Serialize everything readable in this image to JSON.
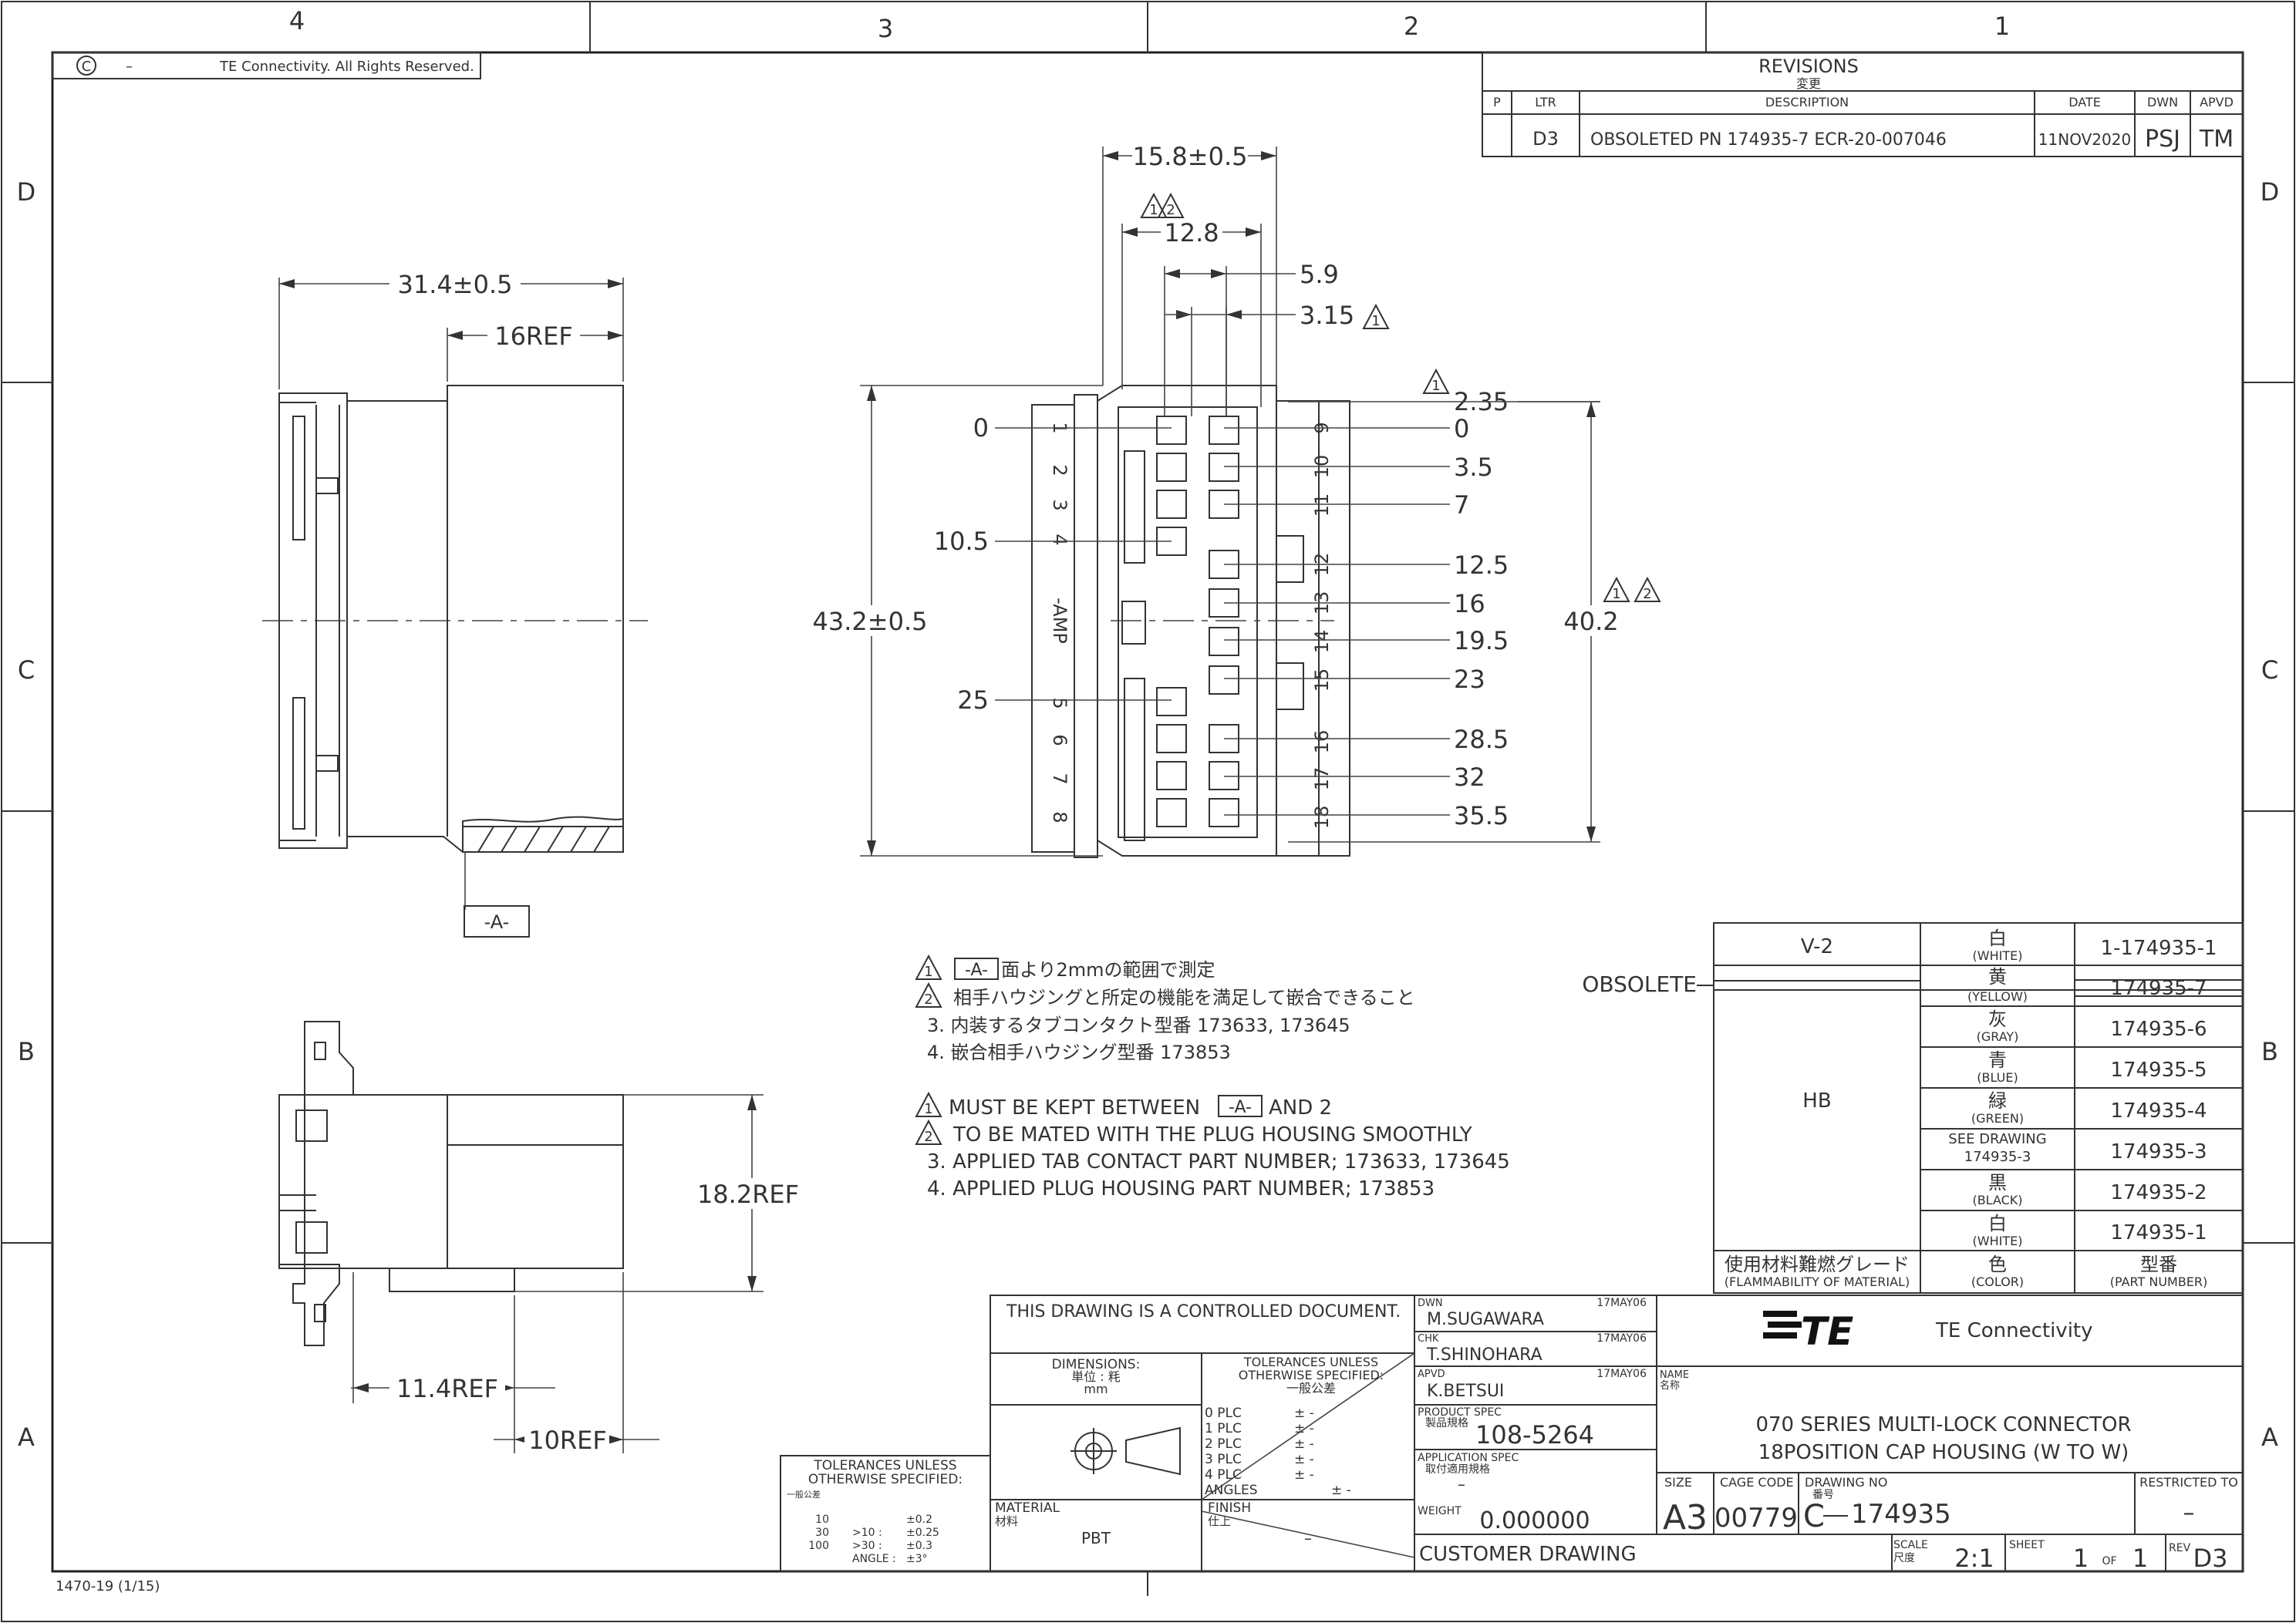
{
  "frame": {
    "zones_top": [
      "4",
      "3",
      "2",
      "1"
    ],
    "zones_side": [
      "D",
      "C",
      "B",
      "A"
    ],
    "copyright_symbol": "C",
    "copyright_dash": "–",
    "copyright": "TE Connectivity. All Rights Reserved.",
    "form_no": "1470-19 (1/15)"
  },
  "revisions": {
    "title": "REVISIONS",
    "title_jp": "変更",
    "headers": [
      "P",
      "LTR",
      "DESCRIPTION",
      "DATE",
      "DWN",
      "APVD"
    ],
    "rows": [
      [
        "",
        "D3",
        "OBSOLETED PN 174935-7   ECR-20-007046",
        "11NOV2020",
        "PSJ",
        "TM"
      ]
    ]
  },
  "dims": {
    "top_width": "15.8±0.5",
    "inner_width": "12.8",
    "d59": "5.9",
    "d315": "3.15",
    "d235": "2.35",
    "left_width": "31.4±0.5",
    "ref16": "16REF",
    "height_total": "43.2±0.5",
    "height_inner": "40.2",
    "left_ticks": [
      "0",
      "10.5",
      "25"
    ],
    "right_ticks": [
      "0",
      "3.5",
      "7",
      "12.5",
      "16",
      "19.5",
      "23",
      "28.5",
      "32",
      "35.5"
    ],
    "datum": "-A-",
    "side_height": "18.2REF",
    "ref114": "11.4REF",
    "ref10": "10REF"
  },
  "pin_labels_left": [
    "1",
    "2",
    "3",
    "4",
    "-AMP",
    "5",
    "6",
    "7",
    "8"
  ],
  "pin_labels_right": [
    "9",
    "10",
    "11",
    "12",
    "13",
    "14",
    "15",
    "16",
    "17",
    "18"
  ],
  "notes": {
    "jp": [
      "面より2mmの範囲で測定",
      "相手ハウジングと所定の機能を満足して嵌合できること",
      "3. 内装するタブコンタクト型番 173633, 173645",
      "4. 嵌合相手ハウジング型番 173853"
    ],
    "jp_datum": "-A-",
    "en": [
      "MUST BE KEPT BETWEEN",
      "TO BE MATED WITH THE PLUG HOUSING SMOOTHLY",
      "3. APPLIED TAB CONTACT PART NUMBER; 173633, 173645",
      "4. APPLIED PLUG HOUSING PART NUMBER; 173853"
    ],
    "en_datum": "-A-",
    "en_tail": "AND 2",
    "flag1": "1",
    "flag2": "2"
  },
  "parts_table": {
    "obsolete": "OBSOLETE",
    "v2": "V-2",
    "hb": "HB",
    "rows": [
      {
        "color": "白",
        "color_en": "(WHITE)",
        "part": "1-174935-1"
      },
      {
        "color": "黄",
        "color_en": "(YELLOW)",
        "part": "174935-7"
      },
      {
        "color": "灰",
        "color_en": "(GRAY)",
        "part": "174935-6"
      },
      {
        "color": "青",
        "color_en": "(BLUE)",
        "part": "174935-5"
      },
      {
        "color": "緑",
        "color_en": "(GREEN)",
        "part": "174935-4"
      },
      {
        "color": "SEE DRAWING",
        "color_en": "174935-3",
        "part": "174935-3"
      },
      {
        "color": "黒",
        "color_en": "(BLACK)",
        "part": "174935-2"
      },
      {
        "color": "白",
        "color_en": "(WHITE)",
        "part": "174935-1"
      }
    ],
    "hdr_mat": "使用材料難燃グレード",
    "hdr_mat_en": "(FLAMMABILITY OF MATERIAL)",
    "hdr_color": "色",
    "hdr_color_en": "(COLOR)",
    "hdr_part": "型番",
    "hdr_part_en": "(PART NUMBER)"
  },
  "title_block": {
    "controlled": "THIS DRAWING IS A CONTROLLED DOCUMENT.",
    "dimensions": "DIMENSIONS:",
    "dimensions_jp": "単位 : 粍",
    "dimensions_unit": "mm",
    "tol_title": "TOLERANCES UNLESS",
    "tol_title2": "OTHERWISE SPECIFIED:",
    "tol_jp": "一般公差",
    "plc": [
      "0 PLC",
      "1 PLC",
      "2 PLC",
      "3 PLC",
      "4 PLC",
      "ANGLES"
    ],
    "plc_pm": "±  -",
    "tol_left_title": "TOLERANCES UNLESS",
    "tol_left_title2": "OTHERWISE SPECIFIED:",
    "tol_left_jp": "一般公差",
    "tol_rows": [
      [
        "10",
        "",
        "±0.2"
      ],
      [
        "30",
        ">10 :",
        "±0.25"
      ],
      [
        "100",
        ">30 :",
        "±0.3"
      ],
      [
        "ANGLE :",
        "",
        "±3°"
      ]
    ],
    "material_label": "MATERIAL",
    "material_jp": "材料",
    "material": "PBT",
    "finish_label": "FINISH",
    "finish_jp": "仕上",
    "finish": "–",
    "dwn_label": "DWN",
    "dwn": "M.SUGAWARA",
    "dwn_date": "17MAY06",
    "chk_label": "CHK",
    "chk": "T.SHINOHARA",
    "chk_date": "17MAY06",
    "apvd_label": "APVD",
    "apvd": "K.BETSUI",
    "apvd_date": "17MAY06",
    "prod_spec_label": "PRODUCT SPEC",
    "prod_spec_jp": "製品規格",
    "prod_spec": "108-5264",
    "app_spec_label": "APPLICATION SPEC",
    "app_spec_jp": "取付適用規格",
    "app_spec": "–",
    "weight_label": "WEIGHT",
    "weight": "0.000000",
    "customer": "CUSTOMER DRAWING",
    "company": "TE Connectivity",
    "logo": "TE",
    "name_label": "NAME",
    "name_jp": "名称",
    "name1": "070 SERIES MULTI-LOCK CONNECTOR",
    "name2": "18POSITION CAP HOUSING (W TO W)",
    "size_label": "SIZE",
    "size": "A3",
    "cage_label": "CAGE CODE",
    "cage": "00779",
    "dwgno_label": "DRAWING NO",
    "dwgno_jp": "番号",
    "dwg_prefix": "C",
    "dwgno": "174935",
    "restricted": "RESTRICTED TO",
    "restricted_val": "–",
    "scale_label": "SCALE",
    "scale_jp": "尺度",
    "scale": "2:1",
    "sheet_label": "SHEET",
    "sheet": "1",
    "of": "OF",
    "sheet_total": "1",
    "rev_label": "REV",
    "rev": "D3"
  }
}
